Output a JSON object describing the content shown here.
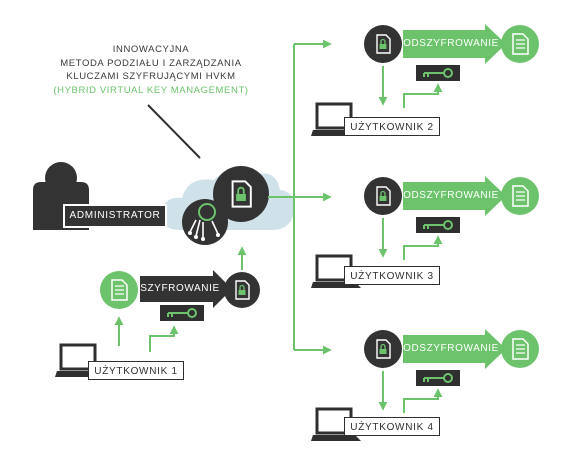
{
  "caption": {
    "line1": "INNOWACYJNA",
    "line2": "METODA PODZIAŁU I ZARZĄDZANIA",
    "line3": "KLUCZAMI SZYFRUJĄCYMI HVKM",
    "line4": "(HYBRID VIRTUAL KEY MANAGEMENT)"
  },
  "administrator": "ADMINISTRATOR",
  "sender": {
    "label": "UŻYTKOWNIK 1",
    "action": "SZYFROWANIE"
  },
  "recipients": [
    {
      "label": "UŻYTKOWNIK 2",
      "action": "ODSZYFROWANIE"
    },
    {
      "label": "UŻYTKOWNIK 3",
      "action": "ODSZYFROWANIE"
    },
    {
      "label": "UŻYTKOWNIK 4",
      "action": "ODSZYFROWANIE"
    }
  ],
  "icons": {
    "administrator": "person-icon",
    "cloud": "cloud-icon",
    "key_ring": "key-ring-icon",
    "locked_document": "locked-document-icon",
    "document": "document-icon",
    "key": "key-icon",
    "laptop": "laptop-icon"
  },
  "colors": {
    "green": "#6cc36c",
    "dark": "#2f2f2f",
    "cloud": "#cfe2ea"
  }
}
